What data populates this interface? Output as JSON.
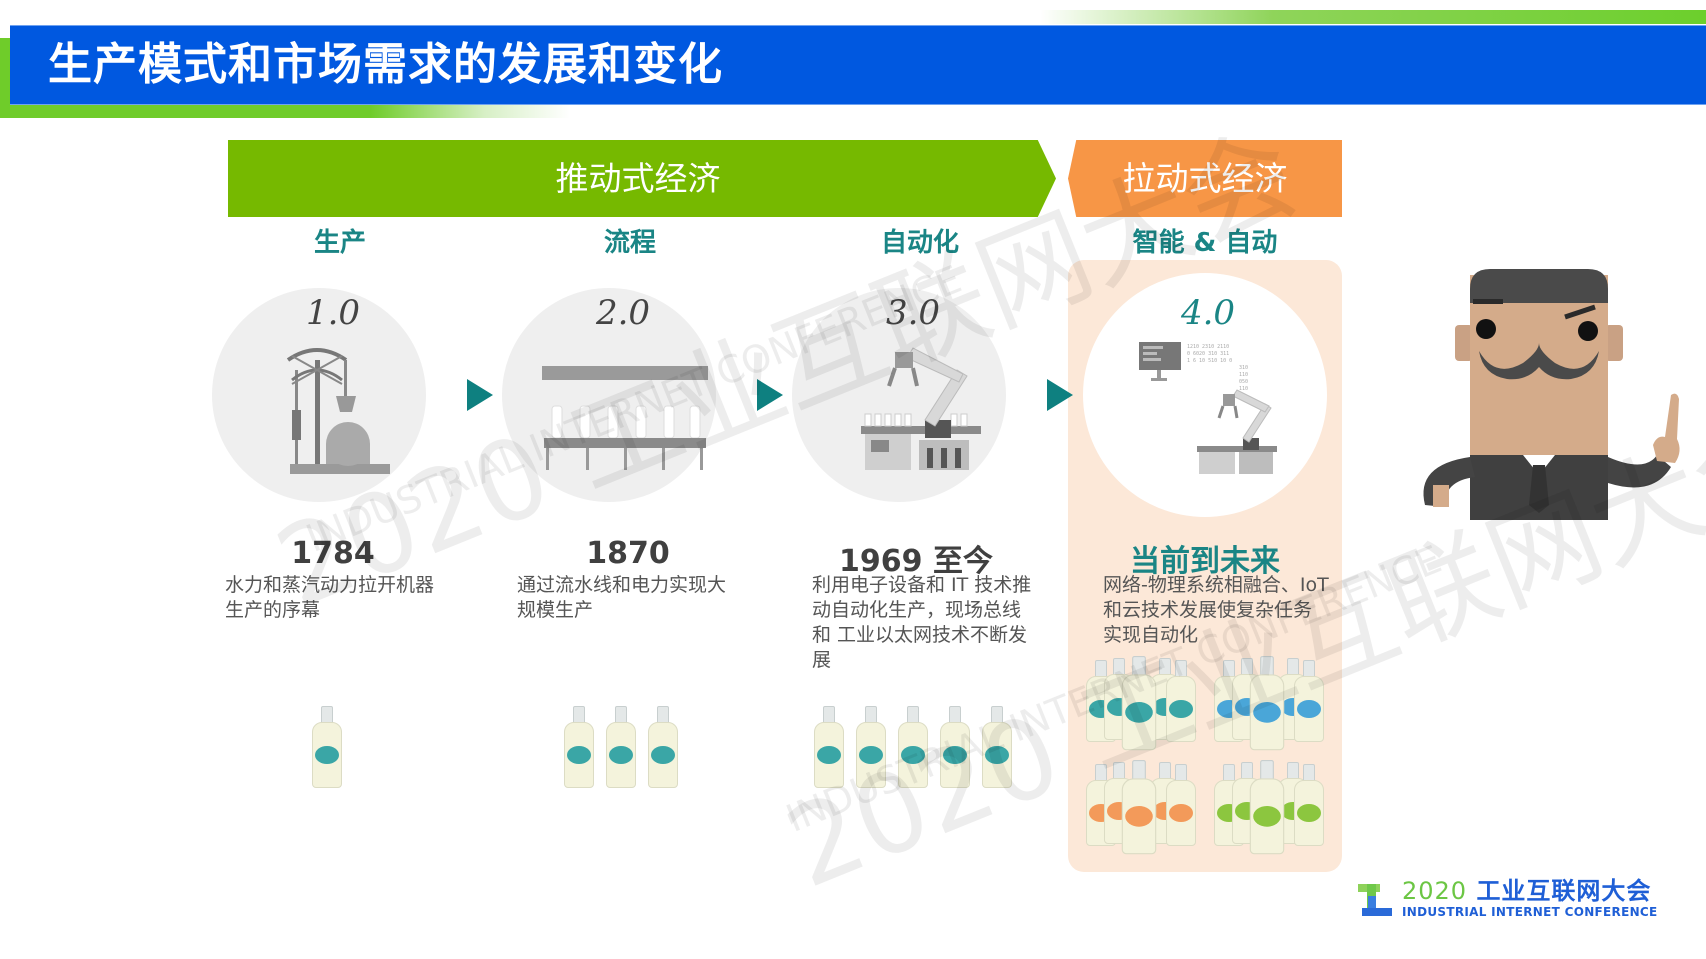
{
  "header": {
    "title": "生产模式和市场需求的发展和变化"
  },
  "banners": {
    "push": "推动式经济",
    "pull": "拉动式经济"
  },
  "colors": {
    "title_bar": "#0058e0",
    "push_banner": "#76b900",
    "pull_banner": "#f79646",
    "teal_text": "#1a8585",
    "arrow": "#0e8080",
    "panel_peach": "#fce8d8"
  },
  "eras": [
    {
      "label": "生产",
      "version": "1.0",
      "year": "1784",
      "desc": "水力和蒸汽动力拉开机器生产的序幕",
      "icon": "steam-engine-icon",
      "bottles": 1
    },
    {
      "label": "流程",
      "version": "2.0",
      "year": "1870",
      "desc": "通过流水线和电力实现大规模生产",
      "icon": "assembly-line-icon",
      "bottles": 3
    },
    {
      "label": "自动化",
      "version": "3.0",
      "year": "1969 至今",
      "desc": "利用电子设备和 IT 技术推动自动化生产，现场总线和 工业以太网技术不断发展",
      "icon": "robot-arm-icon",
      "bottles": 5
    },
    {
      "label": "智能 & 自动",
      "version": "4.0",
      "year": "当前到未来",
      "desc": "网络-物理系统相融合、IoT 和云技术发展使复杂任务实现自动化",
      "icon": "smart-factory-icon",
      "bottle_groups": [
        "teal",
        "blue",
        "orange",
        "green"
      ]
    }
  ],
  "logo": {
    "year": "2020",
    "cn": "工业互联网大会",
    "en": "INDUSTRIAL INTERNET CONFERENCE"
  },
  "watermark": {
    "cn": "2020 工业互联网大会",
    "en": "INDUSTRIAL INTERNET CONFERENCE"
  }
}
